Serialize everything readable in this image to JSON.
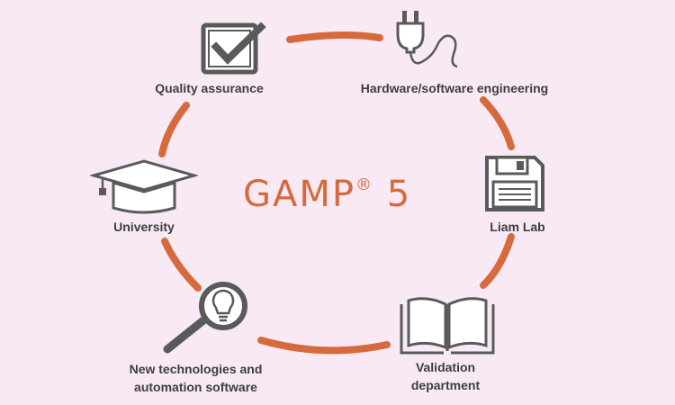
{
  "center": {
    "title": "GAMP",
    "registered": "®",
    "version": "5"
  },
  "nodes": {
    "quality": "Quality assurance",
    "hardware": "Hardware/software engineering",
    "university": "University",
    "liam": "Liam Lab",
    "newtech_line1": "New technologies and",
    "newtech_line2": "automation software",
    "validation_line1": "Validation",
    "validation_line2": "department"
  },
  "icons": {
    "quality": "checkbox-icon",
    "hardware": "power-plug-icon",
    "university": "graduation-cap-icon",
    "liam": "floppy-disk-icon",
    "newtech": "magnifier-lightbulb-icon",
    "validation": "open-book-icon"
  },
  "colors": {
    "background": "#f8e9f4",
    "accent": "#d66a3d",
    "icon": "#5a5a5a",
    "text": "#3e3e3e"
  }
}
